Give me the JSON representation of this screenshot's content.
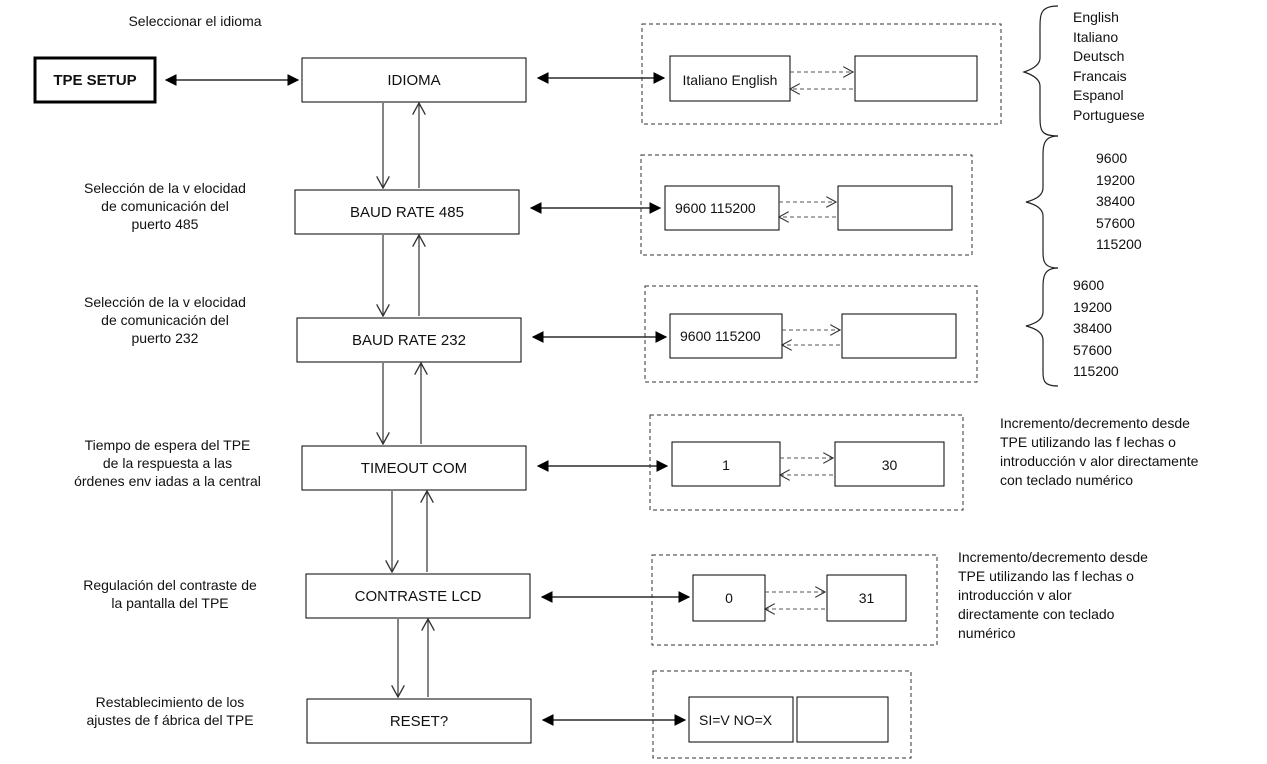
{
  "root": {
    "label": "TPE SETUP"
  },
  "nodes": [
    {
      "id": "idioma",
      "label": "IDIOMA",
      "description": "Seleccionar el idioma",
      "options": {
        "left": "Italiano English",
        "right": ""
      },
      "values": [
        "English",
        "Italiano",
        "Deutsch",
        "Francais",
        "Espanol",
        "Portuguese"
      ]
    },
    {
      "id": "baud485",
      "label": "BAUD RATE 485",
      "description": "Selección de la v elocidad\nde comunicación del\npuerto 485",
      "options": {
        "left": "9600 115200",
        "right": ""
      },
      "values": [
        "9600",
        "19200",
        "38400",
        "57600",
        "115200"
      ]
    },
    {
      "id": "baud232",
      "label": "BAUD RATE 232",
      "description": "Selección de la v elocidad\nde comunicación del\npuerto 232",
      "options": {
        "left": "9600 115200",
        "right": ""
      },
      "values": [
        "9600",
        "19200",
        "38400",
        "57600",
        "115200"
      ]
    },
    {
      "id": "timeout",
      "label": "TIMEOUT COM",
      "description": "Tiempo de espera del TPE\nde la respuesta a las\nórdenes env iadas a la central",
      "options": {
        "left": "1",
        "right": "30"
      },
      "note": "Incremento/decremento desde\nTPE utilizando las f lechas o\nintroducción v alor directamente\ncon teclado numérico"
    },
    {
      "id": "contraste",
      "label": "CONTRASTE LCD",
      "description": "Regulación del contraste de\nla pantalla del TPE",
      "options": {
        "left": "0",
        "right": "31"
      },
      "note": "Incremento/decremento desde\nTPE utilizando las f lechas o\nintroducción v alor\ndirectamente con teclado\nnumérico"
    },
    {
      "id": "reset",
      "label": "RESET?",
      "description": "Restablecimiento de los\najustes de f ábrica del TPE",
      "options": {
        "left": "SI=V NO=X",
        "right": ""
      }
    }
  ]
}
